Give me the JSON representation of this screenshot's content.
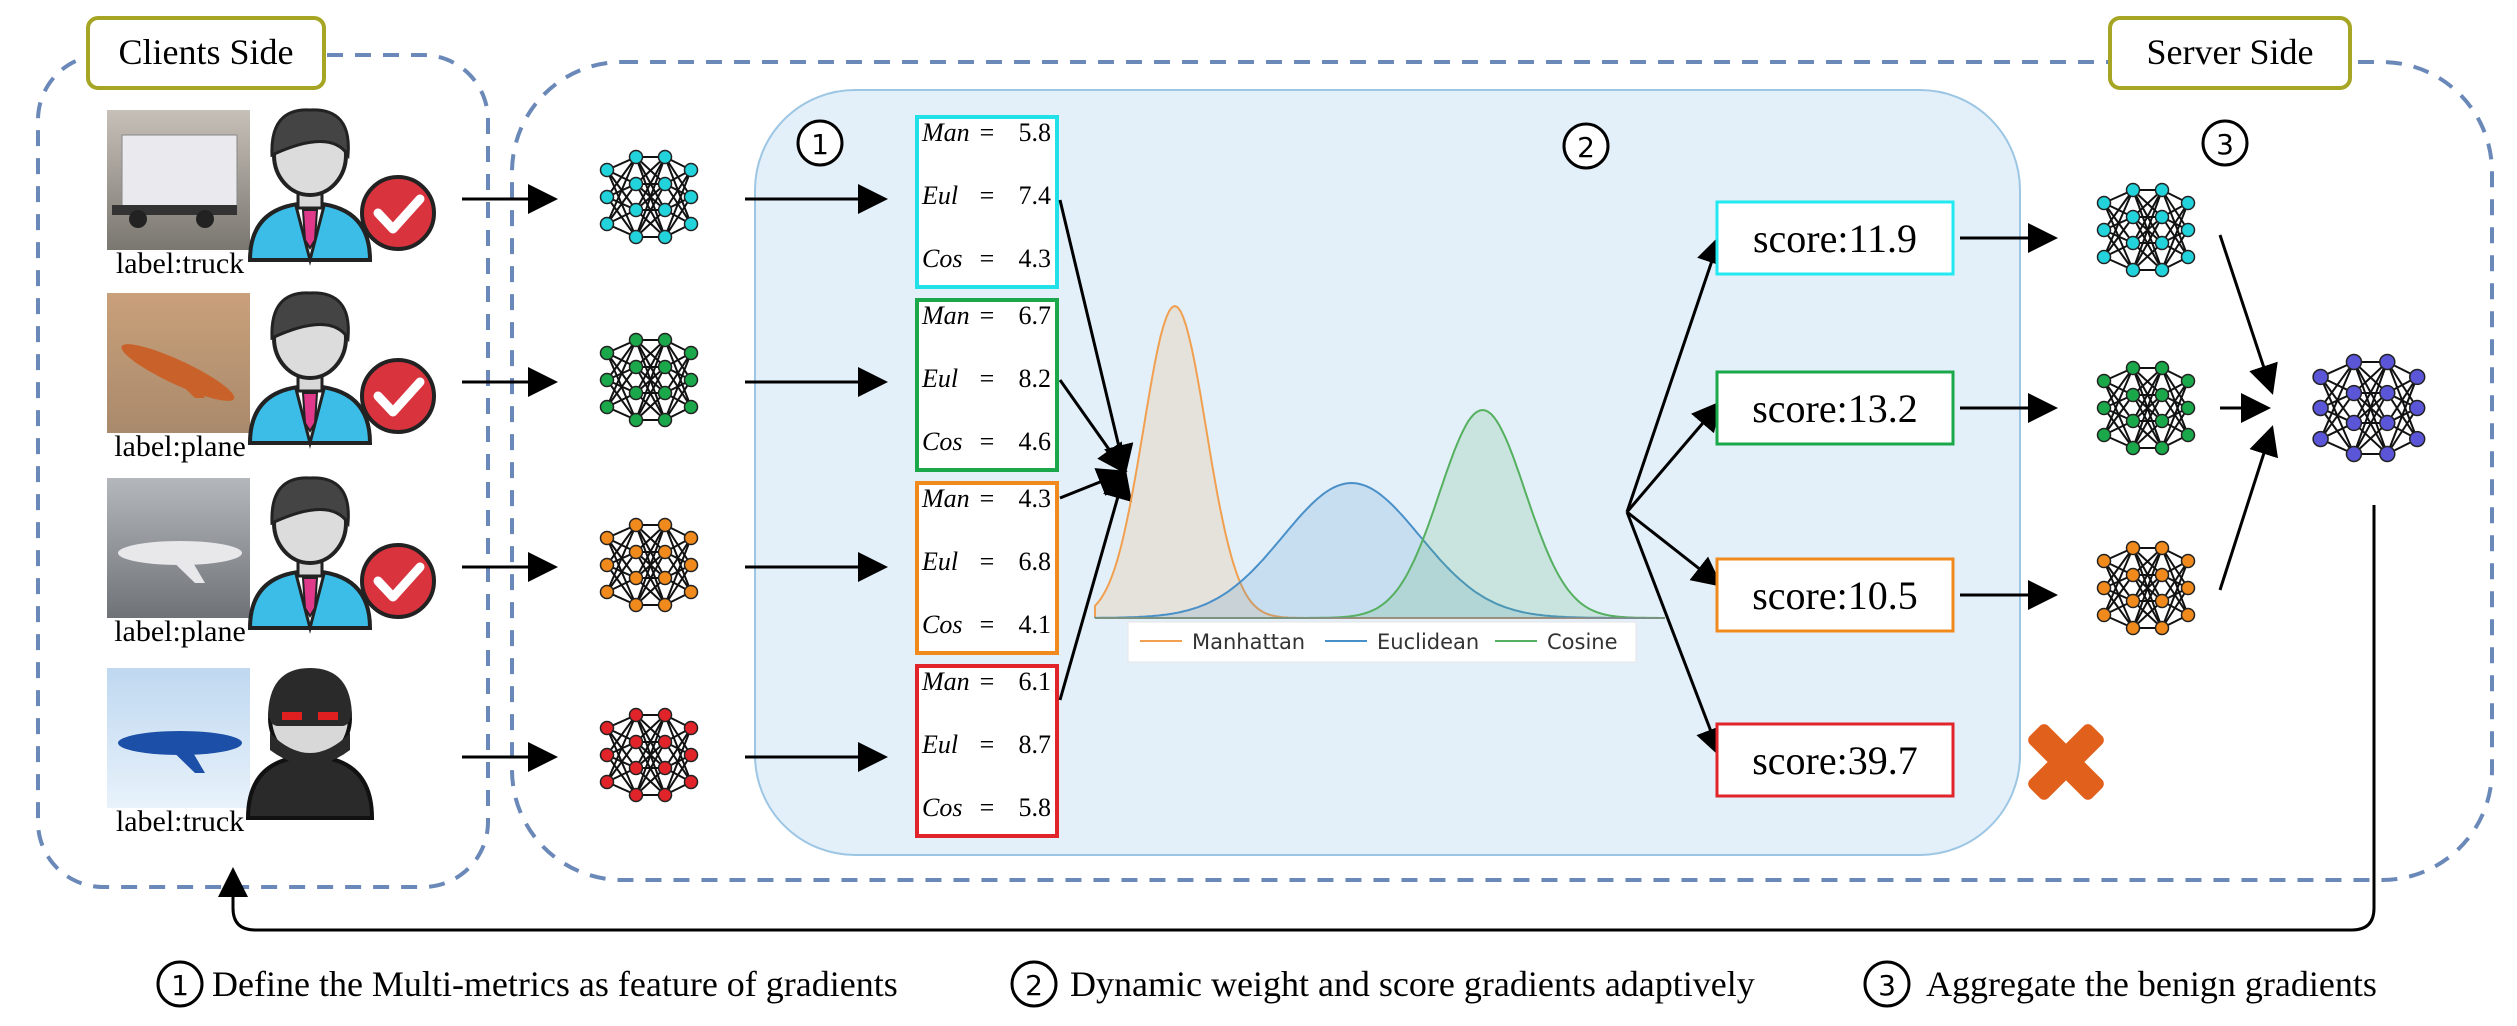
{
  "titles": {
    "clients": "Clients Side",
    "server": "Server Side"
  },
  "steps": {
    "s1": "1",
    "s2": "2",
    "s3": "3"
  },
  "clients": [
    {
      "label": "label:truck",
      "image": "truck-photo",
      "avatar": "user-icon",
      "status": "check-icon",
      "color": "#22d3dc"
    },
    {
      "label": "label:plane",
      "image": "plane-photo",
      "avatar": "user-icon",
      "status": "check-icon",
      "color": "#1aa84a"
    },
    {
      "label": "label:plane",
      "image": "plane-photo",
      "avatar": "user-icon",
      "status": "check-icon",
      "color": "#f08a1c"
    },
    {
      "label": "label:truck",
      "image": "plane-photo",
      "avatar": "hacker-icon",
      "status": "",
      "color": "#e0242a"
    }
  ],
  "metrics": [
    {
      "border": "#22e0e8",
      "man": "5.8",
      "eul": "7.4",
      "cos": "4.3"
    },
    {
      "border": "#1aa84a",
      "man": "6.7",
      "eul": "8.2",
      "cos": "4.6"
    },
    {
      "border": "#f08a1c",
      "man": "4.3",
      "eul": "6.8",
      "cos": "4.1"
    },
    {
      "border": "#e0242a",
      "man": "6.1",
      "eul": "8.7",
      "cos": "5.8"
    }
  ],
  "metric_names": {
    "man": "Man",
    "eul": "Eul",
    "cos": "Cos"
  },
  "equals": "=",
  "distributions": {
    "legend": [
      "Manhattan",
      "Euclidean",
      "Cosine"
    ],
    "colors": [
      "#f0a050",
      "#4a90c8",
      "#55b060"
    ]
  },
  "scores": [
    {
      "text": "score:11.9",
      "border": "#22e8f0"
    },
    {
      "text": "score:13.2",
      "border": "#1aa84a"
    },
    {
      "text": "score:10.5",
      "border": "#f08a1c"
    },
    {
      "text": "score:39.7",
      "border": "#e0242a"
    }
  ],
  "reject_icon": "cross-icon",
  "aggregate_color": "#5b55d8",
  "caption": {
    "c1": "Define the Multi-metrics as feature of gradients",
    "c2": "Dynamic weight and score gradients adaptively",
    "c3": "Aggregate the benign gradients"
  }
}
